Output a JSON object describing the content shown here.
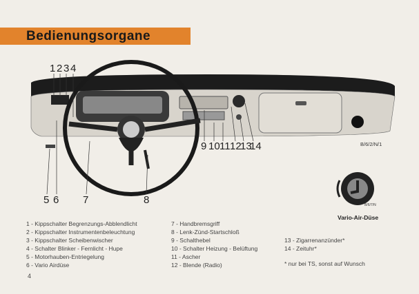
{
  "title": "Bedienungsorgane",
  "callouts": {
    "top": [
      "1",
      "2",
      "3",
      "4"
    ],
    "right": [
      "9",
      "10",
      "11",
      "12",
      "13",
      "14"
    ],
    "bottom": [
      "5",
      "6",
      "7",
      "8"
    ]
  },
  "figure_code": "B/6/2/N/1",
  "vario_code": "B/6/7/N",
  "vario_label": "Vario-Air-Düse",
  "legend_col1": [
    "1 - Kippschalter Begrenzungs-Abblendlicht",
    "2 - Kippschalter Instrumentenbeleuchtung",
    "3 - Kippschalter Scheibenwischer",
    "4 - Schalter Blinker - Fernlicht - Hupe",
    "5 - Motorhauben-Entriegelung",
    "6 - Vario Airdüse"
  ],
  "legend_col2": [
    "7 - Handbremsgriff",
    "8 - Lenk-Zünd-Startschloß",
    "9 - Schalthebel",
    "10 - Schalter Heizung - Belüftung",
    "11 - Ascher",
    "12 - Blende (Radio)"
  ],
  "legend_col3": [
    "13 - Zigarrenanzünder*",
    "14 - Zeituhr*"
  ],
  "footnote": "* nur bei TS, sonst auf Wunsch",
  "page_number": "4"
}
